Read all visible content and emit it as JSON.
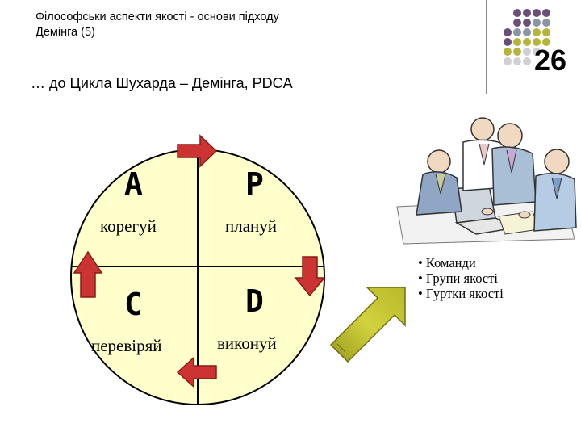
{
  "header": {
    "title": "Філософськи аспекти якості - основи підходу Демінга (5)",
    "subtitle": "… до Цикла Шухарда – Демінга, PDCA",
    "page_number": "26"
  },
  "cycle": {
    "quadrants": [
      {
        "letter": "A",
        "word": "корегуй"
      },
      {
        "letter": "P",
        "word": "плануй"
      },
      {
        "letter": "C",
        "word": "перевіряй"
      },
      {
        "letter": "D",
        "word": "виконуй"
      }
    ],
    "colors": {
      "circle": "#ffffcc",
      "arrow": "#cc3333",
      "big_arrow": "#c8c832"
    }
  },
  "bullets": [
    "Команди",
    "Групи якості",
    "Гуртки якості"
  ],
  "decoration": {
    "dot_colors": [
      "#6b4f7a",
      "#8a96a3",
      "#b5b53b",
      "#cfcfd6"
    ]
  }
}
